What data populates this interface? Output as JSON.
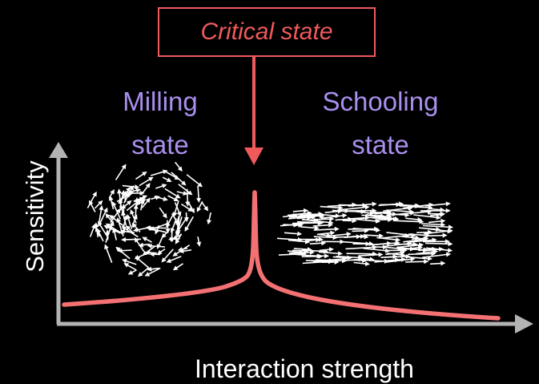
{
  "critical": {
    "label": "Critical state"
  },
  "states": {
    "milling": "Milling\nstate",
    "schooling": "Schooling\nstate"
  },
  "axes": {
    "y_label": "Sensitivity",
    "x_label": "Interaction strength"
  },
  "colors": {
    "background": "#000000",
    "accent_red": "#f05a5c",
    "curve": "#f47173",
    "state_text": "#a98fee",
    "axis": "#b3b3b3",
    "arrows": "#ffffff"
  }
}
